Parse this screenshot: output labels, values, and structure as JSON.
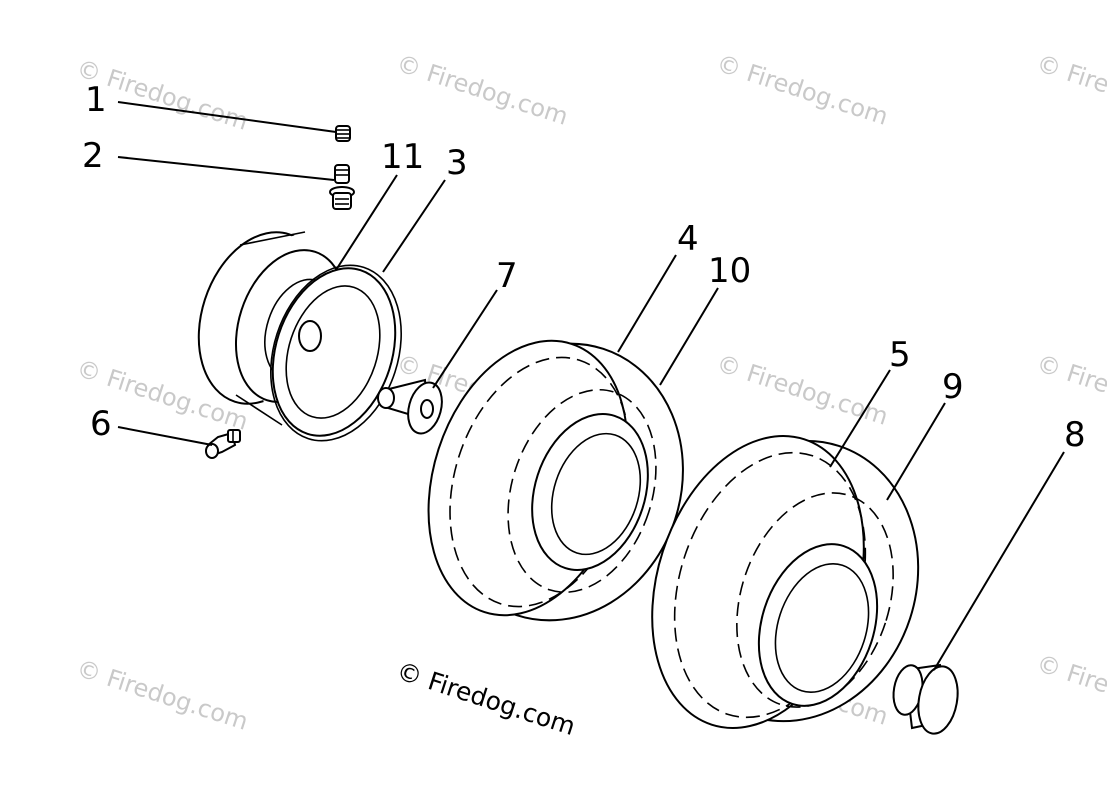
{
  "callouts": [
    "1",
    "2",
    "11",
    "3",
    "7",
    "4",
    "10",
    "6",
    "5",
    "9",
    "8"
  ],
  "watermark": {
    "faint_text": "© Firedog.com",
    "main_text": "© Firedog.com"
  }
}
